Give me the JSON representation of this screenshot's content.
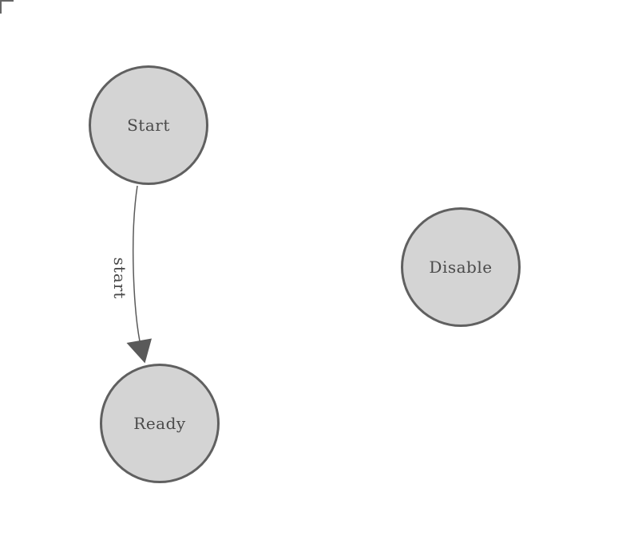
{
  "diagram": {
    "type": "state-diagram",
    "nodes": [
      {
        "id": "start",
        "label": "Start"
      },
      {
        "id": "ready",
        "label": "Ready"
      },
      {
        "id": "disable",
        "label": "Disable"
      }
    ],
    "edges": [
      {
        "from": "Start",
        "to": "Ready",
        "label": "start"
      }
    ],
    "colors": {
      "background": "#ffffff",
      "node_fill": "#d4d4d4",
      "node_stroke": "#606060",
      "node_text": "#4a4a4a",
      "edge_stroke": "#5a5a5a",
      "arrowhead_fill": "#5a5a5a",
      "edge_label_text": "#4a4a4a",
      "corner_mark": "#666666"
    }
  }
}
